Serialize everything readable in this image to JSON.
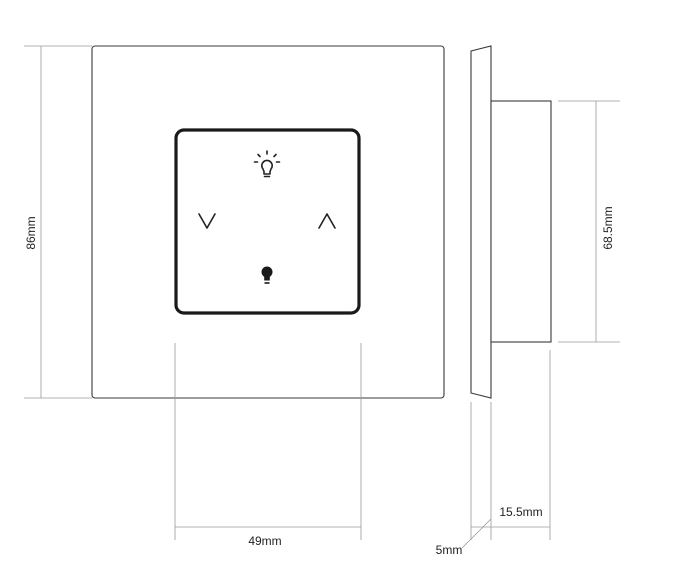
{
  "dimensions": {
    "height_front": "86mm",
    "panel_width": "49mm",
    "module_height": "68.5mm",
    "module_depth": "15.5mm",
    "frame_depth": "5mm"
  },
  "icons": {
    "top": "light-on-icon",
    "left": "chevron-down-icon",
    "right": "chevron-up-icon",
    "bottom": "light-off-icon"
  }
}
